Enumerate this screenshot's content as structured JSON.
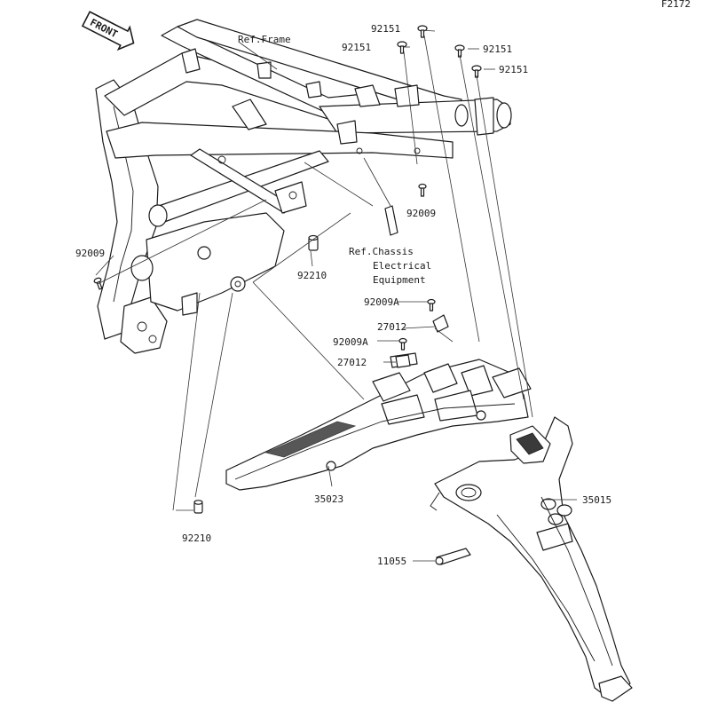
{
  "diagram": {
    "code": "F2172",
    "front_label": "FRONT",
    "ref_frame": "Ref.Frame",
    "ref_chassis": [
      "Ref.Chassis",
      "Electrical",
      "Equipment"
    ],
    "parts": {
      "bolt_a": "92151",
      "bolt_b": "92151",
      "bolt_c": "92151",
      "bolt_d": "92151",
      "bolt_92009_right": "92009",
      "bolt_92009_left": "92009",
      "collar_upper": "92210",
      "collar_lower": "92210",
      "bolt_92009A_upper": "92009A",
      "bolt_92009A_lower": "92009A",
      "clamp_upper": "27012",
      "clamp_lower": "27012",
      "fender_inner": "35023",
      "fender_rear": "35015",
      "pad": "11055"
    }
  }
}
